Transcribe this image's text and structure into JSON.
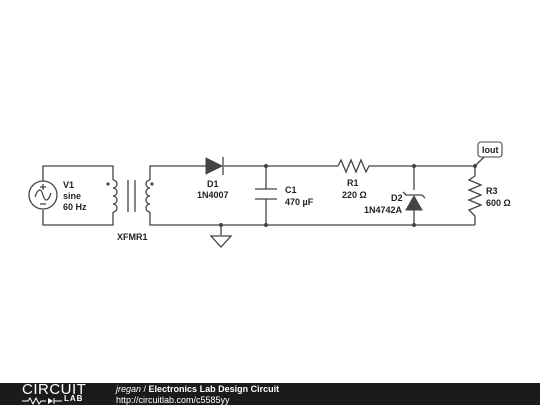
{
  "components": {
    "v1": {
      "ref": "V1",
      "wave": "sine",
      "freq": "60 Hz"
    },
    "xfmr": {
      "ref": "XFMR1"
    },
    "d1": {
      "ref": "D1",
      "part": "1N4007"
    },
    "c1": {
      "ref": "C1",
      "value": "470 µF"
    },
    "r1": {
      "ref": "R1",
      "value": "220 Ω"
    },
    "d2": {
      "ref": "D2",
      "part": "1N4742A"
    },
    "r3": {
      "ref": "R3",
      "value": "600 Ω"
    },
    "probe": {
      "label": "Iout"
    }
  },
  "footer": {
    "logo_top": "CIRCUIT",
    "logo_bottom": "LAB",
    "author": "jregan",
    "separator": " / ",
    "title": "Electronics Lab Design Circuit",
    "url": "http://circuitlab.com/c5585yy"
  }
}
